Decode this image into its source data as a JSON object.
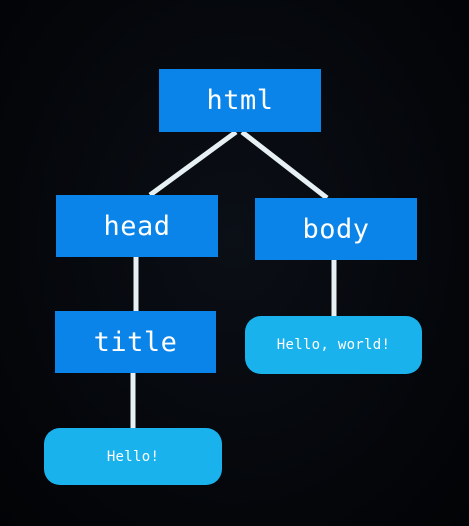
{
  "colors": {
    "element_fill": "#0a84e8",
    "text_fill": "#1ab2ec",
    "edge": "#e7f0f3",
    "background": "#05070b"
  },
  "tree": {
    "html": "html",
    "head": "head",
    "body": "body",
    "title": "title",
    "title_text": "Hello!",
    "body_text": "Hello, world!"
  }
}
